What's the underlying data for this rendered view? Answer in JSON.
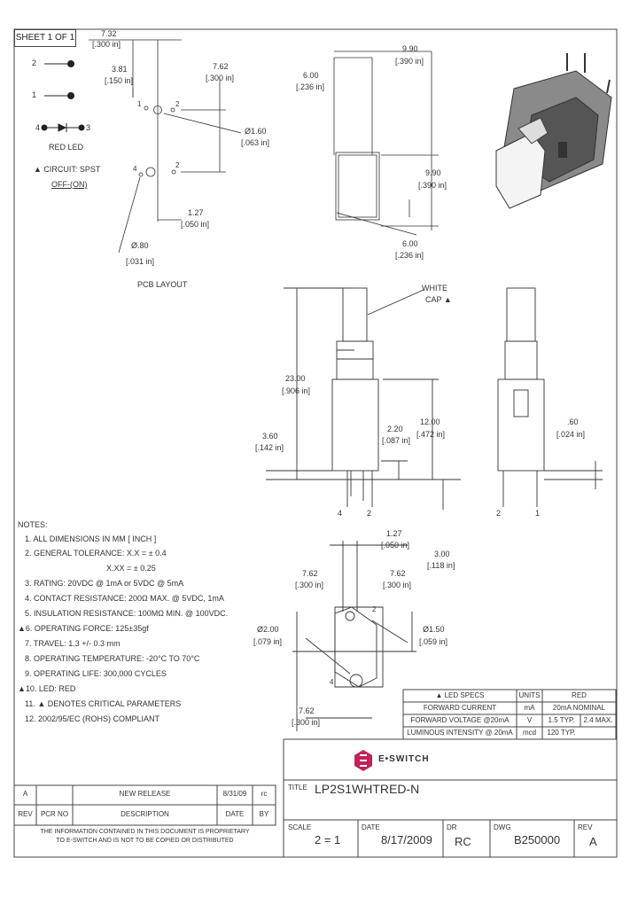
{
  "sheet": "SHEET 1 OF 1",
  "pin_labels": {
    "p1": "1",
    "p2": "2",
    "p3": "3",
    "p4": "4"
  },
  "led_label": "RED LED",
  "circuit": {
    "line1": "▲ CIRCUIT: SPST",
    "line2": "OFF-(ON)"
  },
  "pcb": {
    "d_732": "7.32",
    "d_732_in": "[.300 in]",
    "d_381": "3.81",
    "d_381_in": "[.150 in]",
    "d_762": "7.62",
    "d_762_in": "[.300 in]",
    "d_160": "Ø1.60",
    "d_160_in": "[.063 in]",
    "d_127": "1.27",
    "d_127_in": "[.050 in]",
    "d_080": "Ø.80",
    "d_080_in": "[.031 in]",
    "p1": "1",
    "p2": "2",
    "p2b": "2",
    "p4": "4",
    "title": "PCB LAYOUT"
  },
  "iso": {
    "d_600": "6.00",
    "d_600_in": "[.236 in]",
    "d_990": "9.90",
    "d_990_in": "[.390 in]",
    "d_990b": "9.90",
    "d_990b_in": "[.390 in]",
    "d_600b": "6.00",
    "d_600b_in": "[.236 in]"
  },
  "front": {
    "cap": "WHITE",
    "cap2": "CAP ▲",
    "d_2300": "23.00",
    "d_2300_in": "[.906 in]",
    "d_1200": "12.00",
    "d_1200_in": "[.472 in]",
    "d_220": "2.20",
    "d_220_in": "[.087 in]",
    "d_360": "3.60",
    "d_360_in": "[.142 in]",
    "d_300": "3.00",
    "d_300_in": "[.118 in]",
    "pin4": "4",
    "pin2": "2"
  },
  "side": {
    "d_060": ".60",
    "d_060_in": "[.024 in]",
    "pin2": "2",
    "pin1": "1"
  },
  "bottom": {
    "d_127": "1.27",
    "d_127_in": "[.050 in]",
    "d_762l": "7.62",
    "d_762l_in": "[.300 in]",
    "d_762r": "7.62",
    "d_762r_in": "[.300 in]",
    "d_200": "Ø2.00",
    "d_200_in": "[.079 in]",
    "d_150": "Ø1.50",
    "d_150_in": "[.059 in]",
    "d_762b": "7.62",
    "d_762b_in": "[.300 in]",
    "p2": "2",
    "p4": "4"
  },
  "notes": {
    "title": "NOTES:",
    "items": [
      "1. ALL DIMENSIONS IN MM [ INCH ]",
      "2. GENERAL TOLERANCE: X.X = ± 0.4",
      "X.XX = ± 0.25",
      "3. RATING: 20VDC @ 1mA or 5VDC @ 5mA",
      "4. CONTACT RESISTANCE: 200Ω MAX. @ 5VDC, 1mA",
      "5. INSULATION RESISTANCE: 100MΩ MIN. @ 100VDC.",
      "▲6. OPERATING FORCE: 125±35gf",
      "7. TRAVEL: 1.3 +/- 0.3 mm",
      "8. OPERATING TEMPERATURE: -20°C TO 70°C",
      "9. OPERATING LIFE: 300,000 CYCLES",
      "▲10. LED: RED",
      "11. ▲ DENOTES CRITICAL PARAMETERS",
      "12. 2002/95/EC (ROHS) COMPLIANT"
    ]
  },
  "led_specs": {
    "headers": [
      "▲ LED SPECS",
      "UNITS",
      "RED"
    ],
    "rows": [
      [
        "FORWARD CURRENT",
        "mA",
        "20mA NOMINAL",
        ""
      ],
      [
        "FORWARD VOLTAGE @20mA",
        "V",
        "1.5 TYP.",
        "2.4 MAX."
      ],
      [
        "LUMINOUS INTENSITY @ 20mA",
        "mcd",
        "120 TYP.",
        ""
      ]
    ]
  },
  "company": "E•SWITCH",
  "title_block": {
    "title_label": "TITLE",
    "title": "LP2S1WHTRED-N",
    "scale_label": "SCALE",
    "scale": "2 = 1",
    "date_label": "DATE",
    "date": "8/17/2009",
    "dr_label": "DR",
    "dr": "RC",
    "dwg_label": "DWG",
    "dwg": "B250000",
    "rev_label": "REV",
    "rev": "A"
  },
  "revision": {
    "row": [
      "A",
      "",
      "NEW RELEASE",
      "8/31/09",
      "rc"
    ],
    "headers": [
      "REV",
      "PCR NO",
      "DESCRIPTION",
      "DATE",
      "BY"
    ],
    "prop1": "THE INFORMATION CONTAINED IN THIS DOCUMENT IS PROPRIETARY",
    "prop2": "TO E-SWITCH AND IS NOT TO BE COPIED OR DISTRIBUTED"
  }
}
